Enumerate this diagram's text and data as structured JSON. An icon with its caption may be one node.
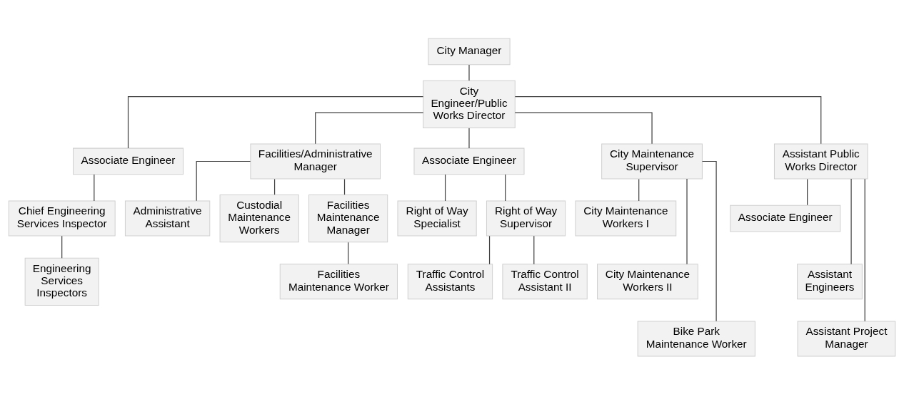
{
  "diagram": {
    "nodes": [
      {
        "text": [
          "City Manager"
        ]
      },
      {
        "text": [
          "City Engineer/Public Works Director"
        ]
      },
      {
        "text": [
          "Associate Engineer"
        ]
      },
      {
        "text": [
          "Facilities/Administrative Manager"
        ]
      },
      {
        "text": [
          "Associate Engineer"
        ]
      },
      {
        "text": [
          "City Maintenance Supervisor"
        ]
      },
      {
        "text": [
          "Assistant Public Works Director"
        ]
      },
      {
        "text": [
          "Chief Engineering Services Inspector"
        ]
      },
      {
        "text": [
          "Engineering Services Inspectors"
        ]
      },
      {
        "text": [
          "Administrative Assistant"
        ]
      },
      {
        "text": [
          "Custodial Maintenance Workers"
        ]
      },
      {
        "text": [
          "Facilities Maintenance Manager"
        ]
      },
      {
        "text": [
          "Facilities Maintenance Worker"
        ]
      },
      {
        "text": [
          "Right of Way Specialist"
        ]
      },
      {
        "text": [
          "Right of Way Supervisor"
        ]
      },
      {
        "text": [
          "Traffic Control Assistants"
        ]
      },
      {
        "text": [
          "Traffic Control Assistant II"
        ]
      },
      {
        "text": [
          "City Maintenance Workers I"
        ]
      },
      {
        "text": [
          "City Maintenance Workers II"
        ]
      },
      {
        "text": [
          "Bike Park Maintenance Worker"
        ]
      },
      {
        "text": [
          "Associate Engineer"
        ]
      },
      {
        "text": [
          "Assistant Engineers"
        ]
      },
      {
        "text": [
          "Assistant Project Manager"
        ]
      }
    ],
    "edges": [
      {
        "from": 0,
        "to": 1,
        "arrow": "none"
      },
      {
        "from": 1,
        "to": 2,
        "arrow": "none"
      },
      {
        "from": 1,
        "to": 3,
        "arrow": "none"
      },
      {
        "from": 1,
        "to": 4,
        "arrow": "none"
      },
      {
        "from": 1,
        "to": 5,
        "arrow": "none"
      },
      {
        "from": 1,
        "to": 6,
        "arrow": "none"
      },
      {
        "from": 2,
        "to": 7,
        "arrow": "none"
      },
      {
        "from": 7,
        "to": 8,
        "arrow": "none"
      },
      {
        "from": 3,
        "to": 9,
        "arrow": "none"
      },
      {
        "from": 3,
        "to": 10,
        "arrow": "none"
      },
      {
        "from": 3,
        "to": 11,
        "arrow": "none"
      },
      {
        "from": 11,
        "to": 12,
        "arrow": "none"
      },
      {
        "from": 4,
        "to": 13,
        "arrow": "none"
      },
      {
        "from": 4,
        "to": 14,
        "arrow": "none"
      },
      {
        "from": 14,
        "to": 15,
        "arrow": "none"
      },
      {
        "from": 14,
        "to": 16,
        "arrow": "none"
      },
      {
        "from": 5,
        "to": 17,
        "arrow": "none"
      },
      {
        "from": 5,
        "to": 18,
        "arrow": "none"
      },
      {
        "from": 5,
        "to": 19,
        "arrow": "none"
      },
      {
        "from": 6,
        "to": 20,
        "arrow": "none"
      },
      {
        "from": 6,
        "to": 21,
        "arrow": "none"
      },
      {
        "from": 6,
        "to": 22,
        "arrow": "none"
      }
    ]
  }
}
